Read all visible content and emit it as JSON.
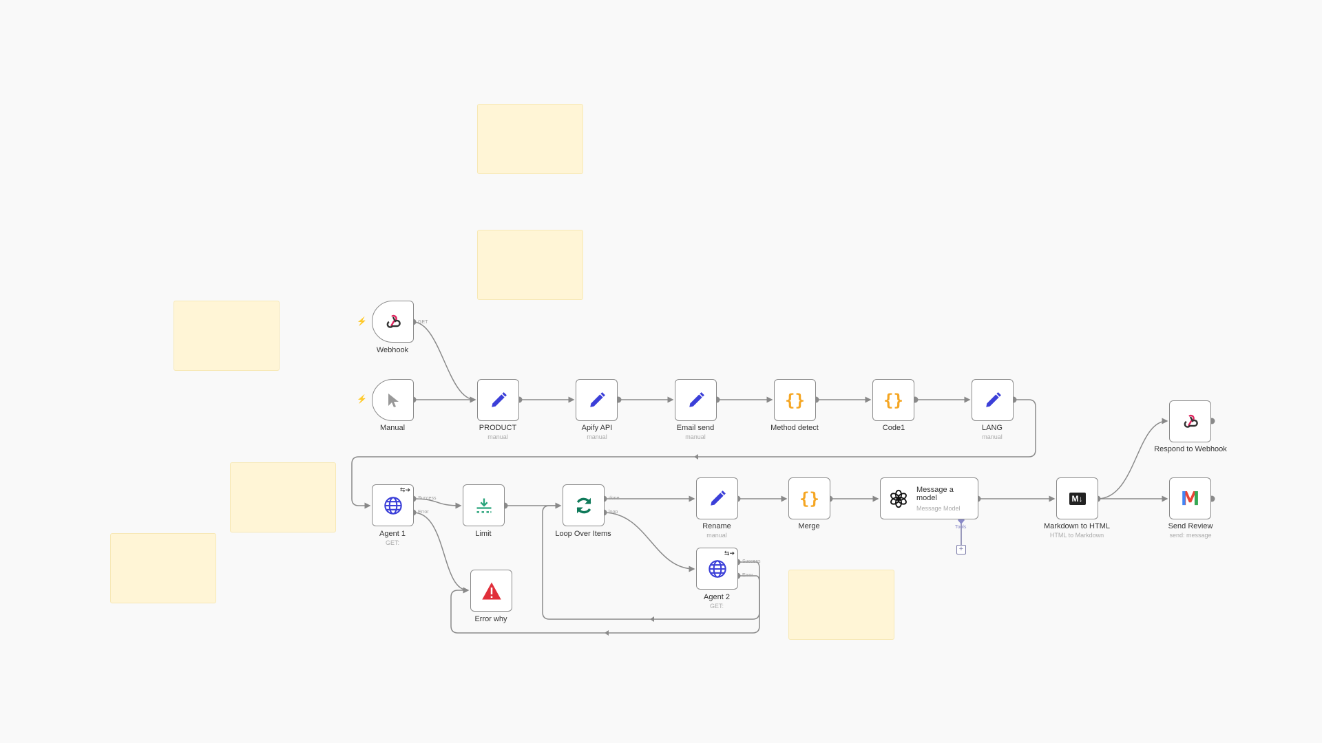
{
  "colors": {
    "accent_pencil": "#3b3fd8",
    "braces": "#f5a623",
    "loop": "#0f7a5a",
    "error": "#e02f3a",
    "sticky": "#fff5d6",
    "trigger_bolt": "#ef6a4c"
  },
  "nodes": {
    "webhook": {
      "label": "Webhook",
      "icon": "webhook-icon",
      "port": "GET"
    },
    "manual": {
      "label": "Manual",
      "icon": "cursor-icon"
    },
    "product": {
      "label": "PRODUCT",
      "sub": "manual",
      "icon": "pencil-icon"
    },
    "apify": {
      "label": "Apify API",
      "sub": "manual",
      "icon": "pencil-icon"
    },
    "email": {
      "label": "Email send",
      "sub": "manual",
      "icon": "pencil-icon"
    },
    "method": {
      "label": "Method detect",
      "icon": "code-braces-icon",
      "glyph": "{}"
    },
    "code1": {
      "label": "Code1",
      "icon": "code-braces-icon",
      "glyph": "{}"
    },
    "lang": {
      "label": "LANG",
      "sub": "manual",
      "icon": "pencil-icon"
    },
    "respond": {
      "label": "Respond to Webhook",
      "icon": "webhook-icon"
    },
    "agent1": {
      "label": "Agent 1",
      "sub": "GET:",
      "icon": "globe-icon",
      "success": "Success",
      "error": "Error"
    },
    "limit": {
      "label": "Limit",
      "icon": "limit-icon"
    },
    "loop": {
      "label": "Loop Over Items",
      "icon": "loop-icon",
      "done": "done",
      "loop": "loop"
    },
    "rename": {
      "label": "Rename",
      "sub": "manual",
      "icon": "pencil-icon"
    },
    "merge": {
      "label": "Merge",
      "icon": "code-braces-icon",
      "glyph": "{}"
    },
    "message": {
      "title": "Message a model",
      "sub": "Message Model",
      "icon": "openai-icon",
      "tools": "Tools",
      "plus": "+"
    },
    "markdown": {
      "label": "Markdown to HTML",
      "sub": "HTML to Markdown",
      "icon": "markdown-icon",
      "glyph": "M↓"
    },
    "send": {
      "label": "Send Review",
      "sub": "send: message",
      "icon": "gmail-icon",
      "glyph": "M"
    },
    "agent2": {
      "label": "Agent 2",
      "sub": "GET:",
      "icon": "globe-icon",
      "success": "Success",
      "error": "Error"
    },
    "error": {
      "label": "Error why",
      "icon": "warning-icon"
    }
  },
  "bolt": "⚡",
  "switch_glyph": "⇆➔"
}
